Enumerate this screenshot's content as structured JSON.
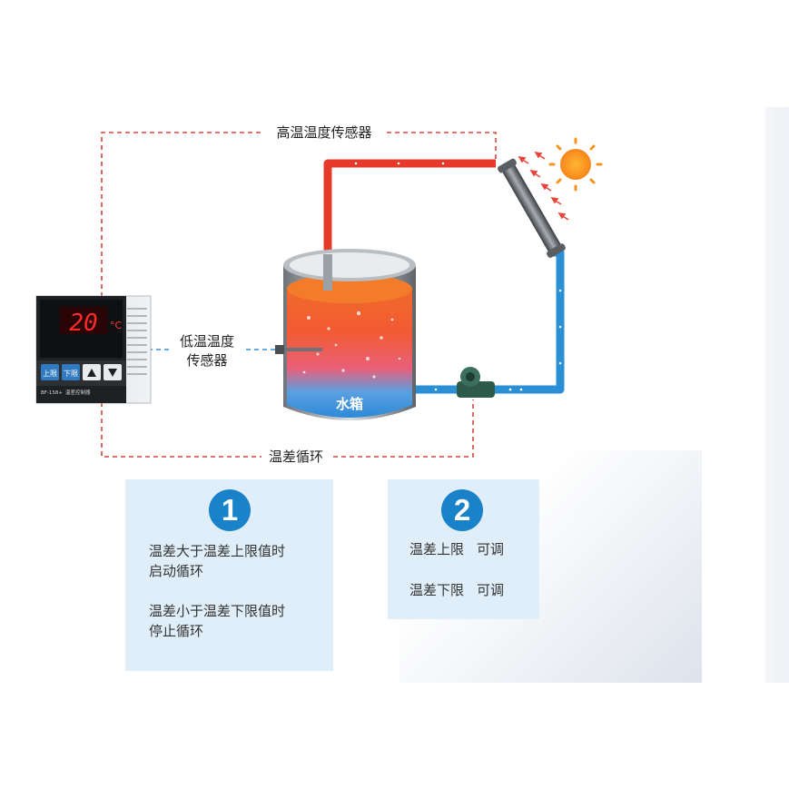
{
  "labels": {
    "high_sensor": "高温温度传感器",
    "low_sensor_line1": "低温温度",
    "low_sensor_line2": "传感器",
    "diff_cycle": "温差循环",
    "tank": "水箱"
  },
  "controller": {
    "display": "20",
    "unit": "°C",
    "btn_up": "上限",
    "btn_down": "下限",
    "model": "BF-158+",
    "type_label": "温差控制器"
  },
  "cards": [
    {
      "number": "1",
      "lines": [
        "温差大于温差上限值时",
        "启动循环",
        "温差小于温差下限值时",
        "停止循环"
      ]
    },
    {
      "number": "2",
      "rows": [
        {
          "label": "温差上限",
          "value": "可调"
        },
        {
          "label": "温差下限",
          "value": "可调"
        }
      ]
    }
  ],
  "colors": {
    "hot_pipe": "#e53a2a",
    "cold_pipe": "#2b8fd6",
    "dashed_red": "#d9453b",
    "dashed_blue": "#3a8fcf",
    "card_bg": "#dfeef8",
    "badge": "#1a82c8",
    "sun": "#f7941d"
  }
}
